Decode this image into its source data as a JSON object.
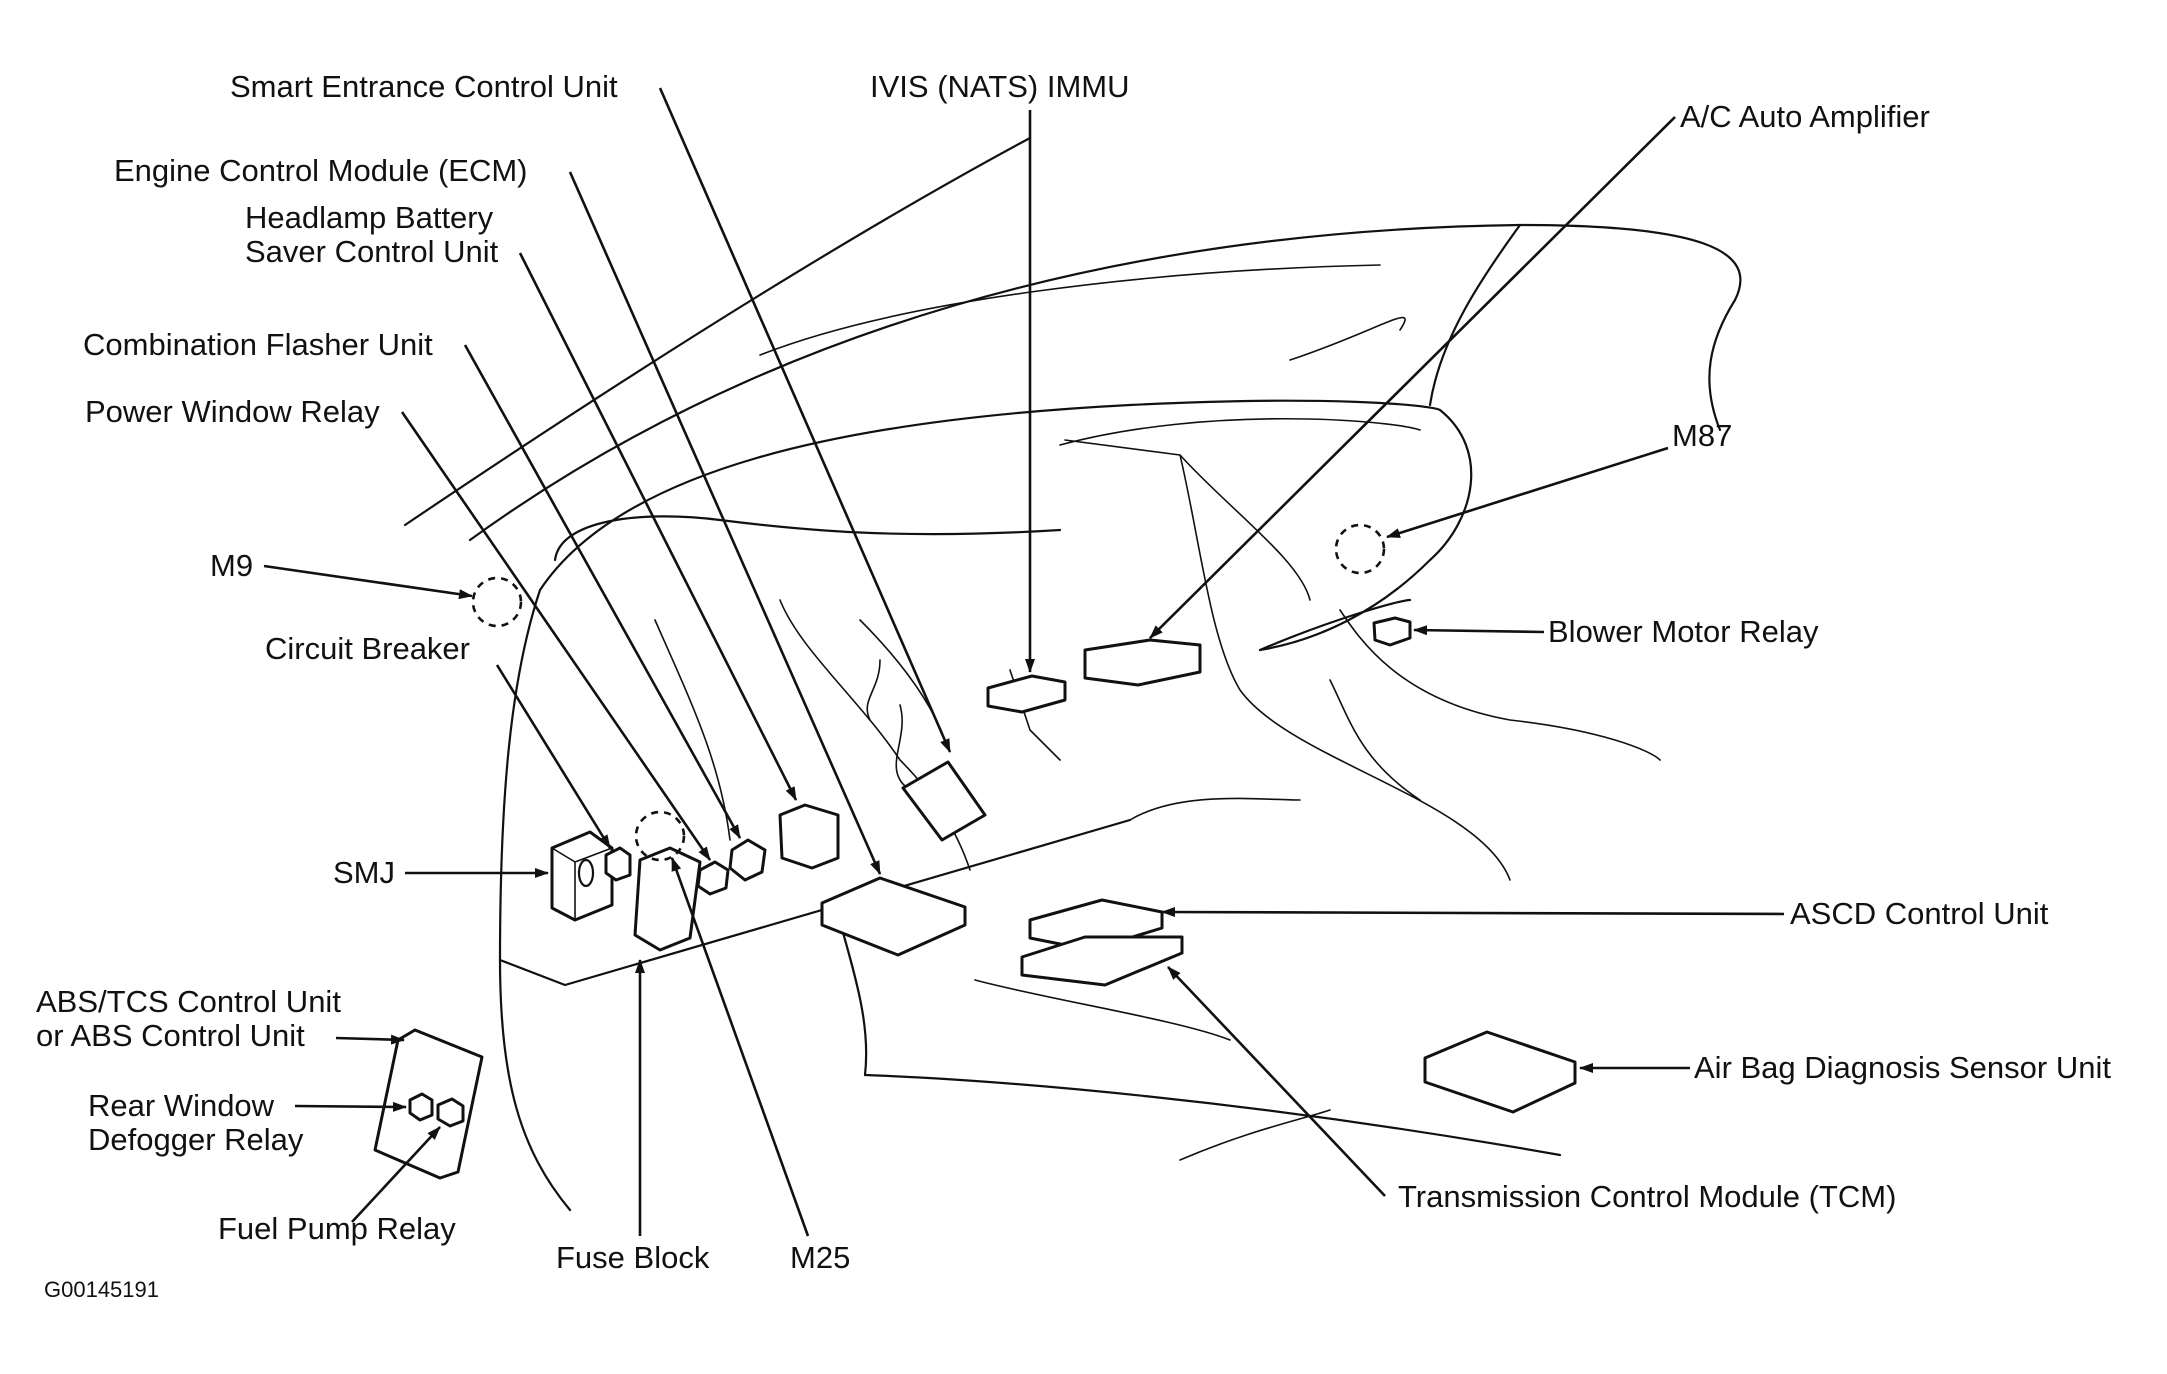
{
  "diagram": {
    "labels": {
      "smart_entrance": "Smart Entrance Control Unit",
      "ivis": "IVIS (NATS) IMMU",
      "ac_amp": "A/C Auto Amplifier",
      "ecm": "Engine Control Module (ECM)",
      "headlamp_1": "Headlamp Battery",
      "headlamp_2": "Saver Control Unit",
      "combo_flasher": "Combination Flasher Unit",
      "power_window": "Power Window Relay",
      "m87": "M87",
      "m9": "M9",
      "blower": "Blower Motor Relay",
      "circuit_breaker": "Circuit Breaker",
      "smj": "SMJ",
      "ascd": "ASCD Control Unit",
      "abs_1": "ABS/TCS Control Unit",
      "abs_2": "or ABS Control Unit",
      "airbag": "Air Bag Diagnosis Sensor Unit",
      "rear_window_1": "Rear Window",
      "rear_window_2": "Defogger Relay",
      "tcm": "Transmission Control Module (TCM)",
      "fuel_pump": "Fuel Pump Relay",
      "fuse_block": "Fuse Block",
      "m25": "M25"
    },
    "figure_id": "G00145191"
  }
}
